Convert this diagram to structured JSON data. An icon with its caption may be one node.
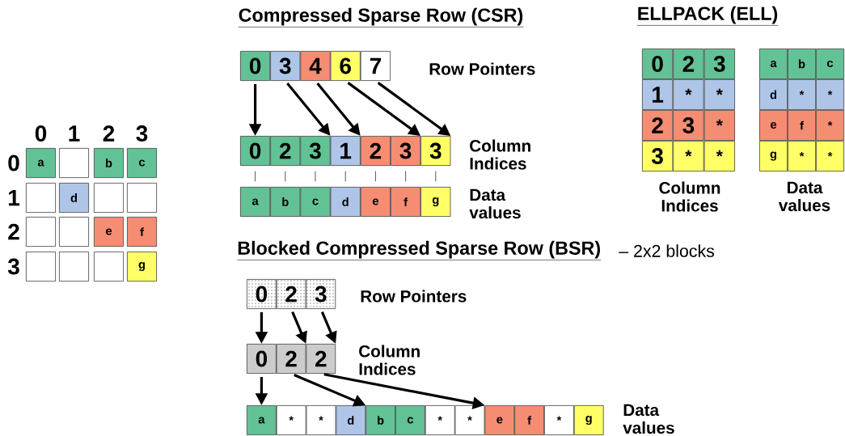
{
  "diagram": {
    "nodes": [
      {
        "text": [
          "a"
        ]
      },
      {
        "text": [],
        "shape": "box"
      },
      {
        "text": [
          "b"
        ]
      },
      {
        "text": [
          "c"
        ]
      },
      {
        "text": [],
        "shape": "box"
      },
      {
        "text": [
          "d"
        ]
      },
      {
        "text": [],
        "shape": "box"
      },
      {
        "text": [],
        "shape": "box"
      },
      {
        "text": [],
        "shape": "box"
      },
      {
        "text": [],
        "shape": "box"
      },
      {
        "text": [
          "e"
        ]
      },
      {
        "text": [
          "f"
        ]
      },
      {
        "text": [],
        "shape": "box"
      },
      {
        "text": [],
        "shape": "box"
      },
      {
        "text": [],
        "shape": "box"
      },
      {
        "text": [
          "g"
        ]
      },
      {
        "text": [
          "0"
        ]
      },
      {
        "text": [
          "3"
        ]
      },
      {
        "text": [
          "4"
        ]
      },
      {
        "text": [
          "6"
        ]
      },
      {
        "text": [
          "7"
        ]
      },
      {
        "text": [
          "0"
        ]
      },
      {
        "text": [
          "2"
        ]
      },
      {
        "text": [
          "3"
        ]
      },
      {
        "text": [
          "1"
        ]
      },
      {
        "text": [
          "2"
        ]
      },
      {
        "text": [
          "3"
        ]
      },
      {
        "text": [
          "3"
        ]
      },
      {
        "text": [
          "a"
        ]
      },
      {
        "text": [
          "b"
        ]
      },
      {
        "text": [
          "c"
        ]
      },
      {
        "text": [
          "d"
        ]
      },
      {
        "text": [
          "e"
        ]
      },
      {
        "text": [
          "f"
        ]
      },
      {
        "text": [
          "g"
        ]
      },
      {
        "text": [
          "0"
        ]
      },
      {
        "text": [
          "2"
        ]
      },
      {
        "text": [
          "3"
        ]
      },
      {
        "text": [
          "1"
        ]
      },
      {
        "text": [
          "*"
        ]
      },
      {
        "text": [
          "*"
        ]
      },
      {
        "text": [
          "2"
        ]
      },
      {
        "text": [
          "3"
        ]
      },
      {
        "text": [
          "*"
        ]
      },
      {
        "text": [
          "3"
        ]
      },
      {
        "text": [
          "*"
        ]
      },
      {
        "text": [
          "*"
        ]
      },
      {
        "text": [
          "a"
        ]
      },
      {
        "text": [
          "b"
        ]
      },
      {
        "text": [
          "c"
        ]
      },
      {
        "text": [
          "d"
        ]
      },
      {
        "text": [
          "*"
        ]
      },
      {
        "text": [
          "*"
        ]
      },
      {
        "text": [
          "e"
        ]
      },
      {
        "text": [
          "f"
        ]
      },
      {
        "text": [
          "*"
        ]
      },
      {
        "text": [
          "g"
        ]
      },
      {
        "text": [
          "*"
        ]
      },
      {
        "text": [
          "*"
        ]
      },
      {
        "text": [
          "0"
        ]
      },
      {
        "text": [
          "2"
        ]
      },
      {
        "text": [
          "3"
        ]
      },
      {
        "text": [
          "0"
        ]
      },
      {
        "text": [
          "2"
        ]
      },
      {
        "text": [
          "2"
        ]
      },
      {
        "text": [
          "a"
        ]
      },
      {
        "text": [
          "*"
        ]
      },
      {
        "text": [
          "*"
        ]
      },
      {
        "text": [
          "d"
        ]
      },
      {
        "text": [
          "b"
        ]
      },
      {
        "text": [
          "c"
        ]
      },
      {
        "text": [
          "*"
        ]
      },
      {
        "text": [
          "*"
        ]
      },
      {
        "text": [
          "e"
        ]
      },
      {
        "text": [
          "f"
        ]
      },
      {
        "text": [
          "*"
        ]
      },
      {
        "text": [
          "g"
        ]
      }
    ],
    "edges": [
      {
        "from": 16,
        "to": 21,
        "arrow": "to"
      },
      {
        "from": 17,
        "to": 24,
        "arrow": "to"
      },
      {
        "from": 18,
        "to": 25,
        "arrow": "to"
      },
      {
        "from": 19,
        "to": 27,
        "arrow": "to"
      },
      {
        "from": 20,
        "to": 27,
        "arrow": "to"
      },
      {
        "from": 21,
        "to": 28,
        "arrow": "none"
      },
      {
        "from": 22,
        "to": 29,
        "arrow": "none"
      },
      {
        "from": 23,
        "to": 30,
        "arrow": "none"
      },
      {
        "from": 24,
        "to": 31,
        "arrow": "none"
      },
      {
        "from": 25,
        "to": 32,
        "arrow": "none"
      },
      {
        "from": 26,
        "to": 33,
        "arrow": "none"
      },
      {
        "from": 27,
        "to": 34,
        "arrow": "none"
      },
      {
        "from": 59,
        "to": 62,
        "arrow": "to"
      },
      {
        "from": 60,
        "to": 64,
        "arrow": "to"
      },
      {
        "from": 61,
        "to": 64,
        "arrow": "to"
      },
      {
        "from": 62,
        "to": 65,
        "arrow": "to"
      },
      {
        "from": 63,
        "to": 69,
        "arrow": "to"
      },
      {
        "from": 64,
        "to": 73,
        "arrow": "to"
      }
    ],
    "labels": [
      "Compressed Sparse Row (CSR)",
      "ELLPACK (ELL)",
      "0",
      "1",
      "2",
      "3",
      "Row Pointers",
      "Column Indices",
      "Data values",
      "Column Indices",
      "Data values",
      "0",
      "1",
      "2",
      "3",
      "Blocked Compressed Sparse Row (BSR)",
      "– 2x2 blocks",
      "Row Pointers",
      "Column Indices",
      "Data values"
    ]
  }
}
